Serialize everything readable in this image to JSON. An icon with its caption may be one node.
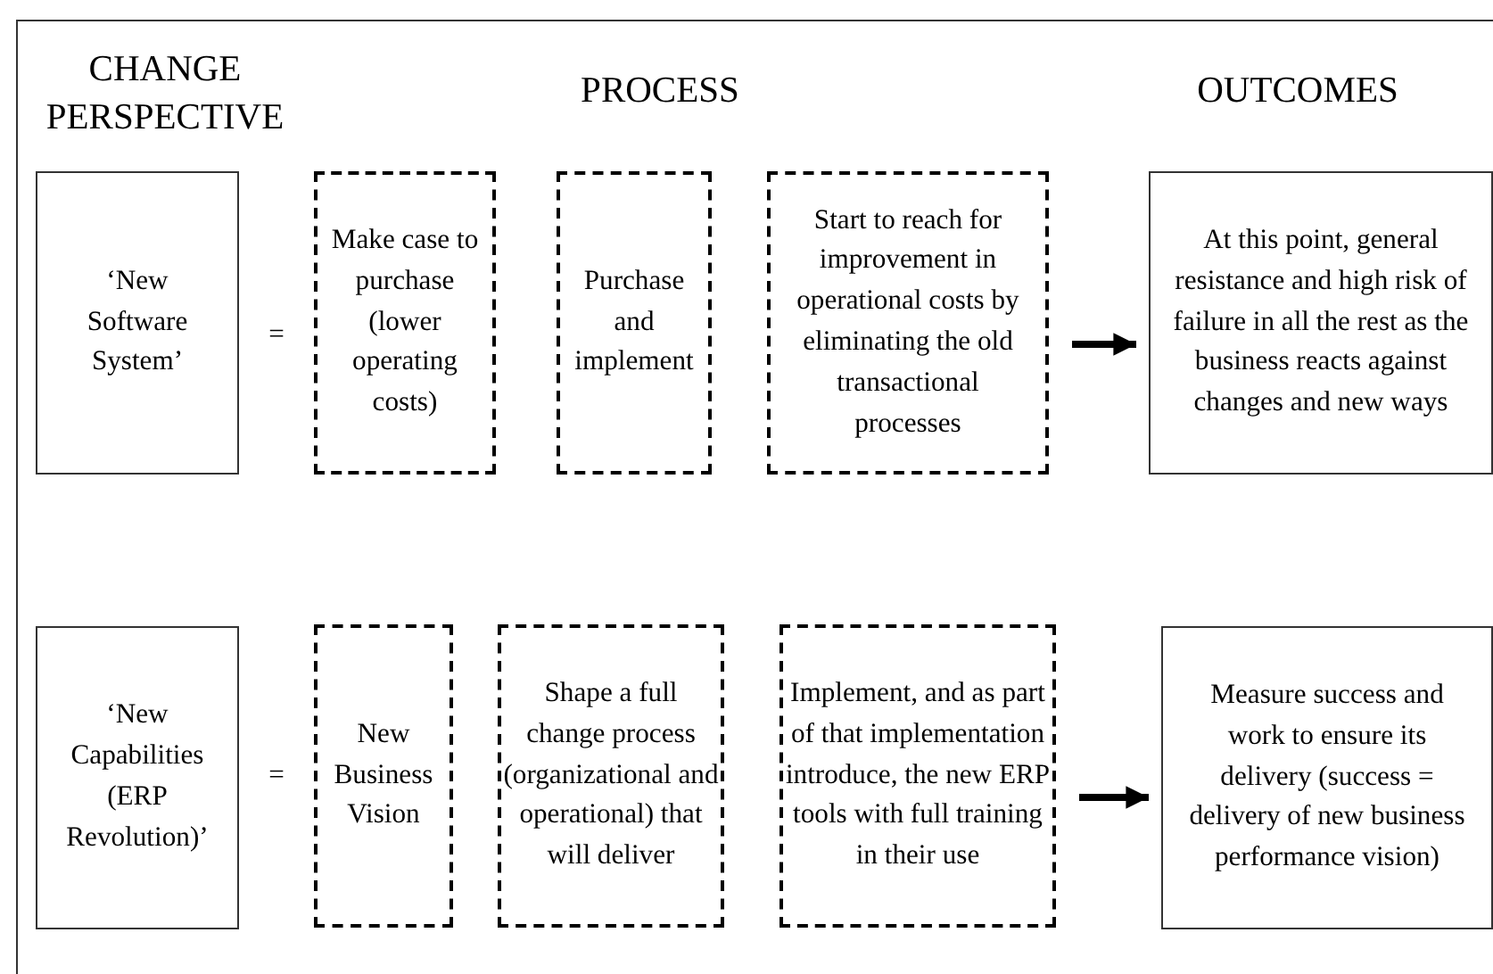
{
  "diagram": {
    "nodes": [
      {
        "text": [
          "‘New Software System’"
        ]
      },
      {
        "text": [
          "Make case to purchase (lower operating costs)"
        ]
      },
      {
        "text": [
          "Purchase and implement"
        ]
      },
      {
        "text": [
          "Start to reach for improvement in operational costs by eliminating the old transactional processes"
        ]
      },
      {
        "text": [
          "At this point, general resistance and high risk of failure in all the rest as the business reacts against changes and new ways"
        ]
      },
      {
        "text": [
          "‘New Capabilities (ERP Revolution)’"
        ]
      },
      {
        "text": [
          "New Business Vision"
        ]
      },
      {
        "text": [
          "Shape a full change process (organizational and operational) that will deliver"
        ]
      },
      {
        "text": [
          "Implement, and as part of that implementation introduce, the new ERP tools with full training in their use"
        ]
      },
      {
        "text": [
          "Measure success and work to ensure its delivery (success = delivery of new business performance vision)"
        ]
      }
    ],
    "edges": [
      {
        "from": 3,
        "to": 4,
        "arrow": "to"
      },
      {
        "from": 8,
        "to": 9,
        "arrow": "to"
      }
    ],
    "labels": [
      "CHANGE PERSPECTIVE",
      "PROCESS",
      "OUTCOMES",
      "=",
      "="
    ]
  }
}
